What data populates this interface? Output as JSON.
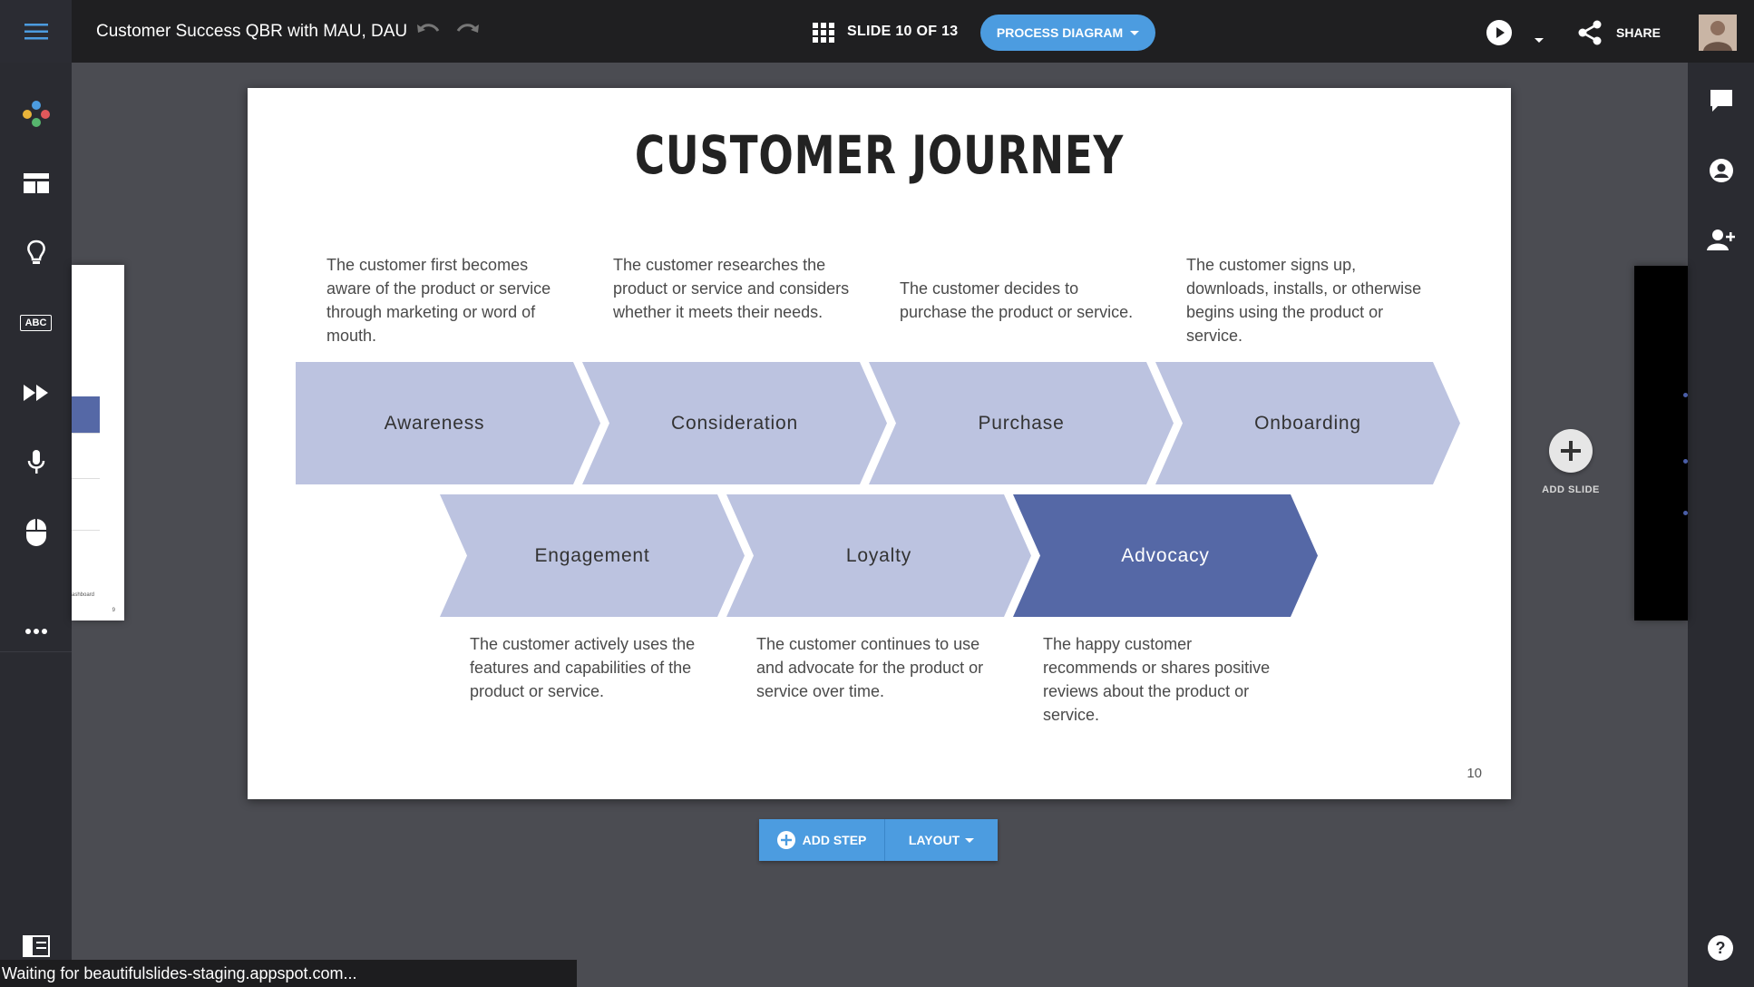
{
  "header": {
    "doc_title": "Customer Success QBR with MAU, DAU",
    "slide_counter": "SLIDE 10 OF 13",
    "diagram_type_label": "PROCESS DIAGRAM",
    "share_label": "SHARE"
  },
  "left_rail": {
    "abc_label": "ABC"
  },
  "right_panel": {
    "add_slide_label": "ADD SLIDE"
  },
  "prev_thumb": {
    "text": "ashboard",
    "page": "9"
  },
  "slide": {
    "title": "CUSTOMER JOURNEY",
    "page_number": "10",
    "steps": [
      {
        "label": "Awareness",
        "description": "The customer first becomes aware of the product or service through marketing or word of mouth."
      },
      {
        "label": "Consideration",
        "description": "The customer researches the product or service and considers whether it meets their needs."
      },
      {
        "label": "Purchase",
        "description": "The customer decides to purchase the product or service."
      },
      {
        "label": "Onboarding",
        "description": "The customer signs up, downloads, installs, or otherwise begins using the product or service."
      },
      {
        "label": "Engagement",
        "description": "The customer actively uses the features and capabilities of the product or service."
      },
      {
        "label": "Loyalty",
        "description": "The customer continues to use and advocate for the product or service over time."
      },
      {
        "label": "Advocacy",
        "description": "The happy customer recommends or shares positive reviews about the product or service."
      }
    ]
  },
  "bottom_toolbar": {
    "add_step_label": "ADD STEP",
    "layout_label": "LAYOUT"
  },
  "status_bar": {
    "text": "Waiting for beautifulslides-staging.appspot.com..."
  },
  "colors": {
    "step_light": "#bcc3e0",
    "step_dark": "#5568a6",
    "accent_blue": "#4c9ce0",
    "topbar": "#1f1f21",
    "rail": "#2a2b31",
    "canvas": "#4b4c52"
  }
}
